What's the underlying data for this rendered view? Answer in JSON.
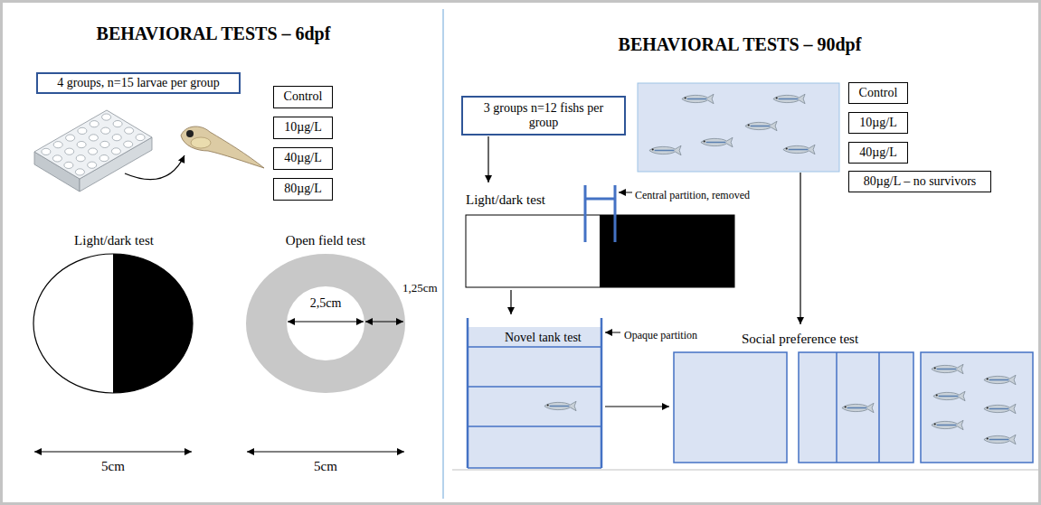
{
  "diagram": {
    "nodes": [
      {
        "text": [
          "4 groups, n=15 larvae per group"
        ]
      },
      {
        "text": [
          "Control"
        ]
      },
      {
        "text": [
          "10µg/L"
        ]
      },
      {
        "text": [
          "40µg/L"
        ]
      },
      {
        "text": [
          "80µg/L"
        ]
      },
      {
        "text": [
          "Light/dark test"
        ]
      },
      {
        "text": [
          "Open field test"
        ]
      },
      {
        "text": [
          "3 groups n=12 fishs per group"
        ]
      },
      {
        "text": [
          "Control"
        ]
      },
      {
        "text": [
          "10µg/L"
        ]
      },
      {
        "text": [
          "40µg/L"
        ]
      },
      {
        "text": [
          "80µg/L – no survivors"
        ]
      },
      {
        "text": [
          "Light/dark test"
        ]
      },
      {
        "text": [
          "Novel tank test"
        ]
      },
      {
        "text": [
          "Social preference test"
        ]
      }
    ],
    "edges": [
      {
        "from": 7,
        "to": 12,
        "arrow": "to"
      },
      {
        "from": 12,
        "to": 13,
        "arrow": "to"
      },
      {
        "from": 13,
        "to": 14,
        "arrow": "to"
      }
    ],
    "labels": [
      "BEHAVIORAL TESTS – 6dpf",
      "5cm",
      "2,5cm",
      "1,25cm",
      "5cm",
      "BEHAVIORAL TESTS – 90dpf",
      "Central partition, removed",
      "Opaque partition"
    ]
  }
}
